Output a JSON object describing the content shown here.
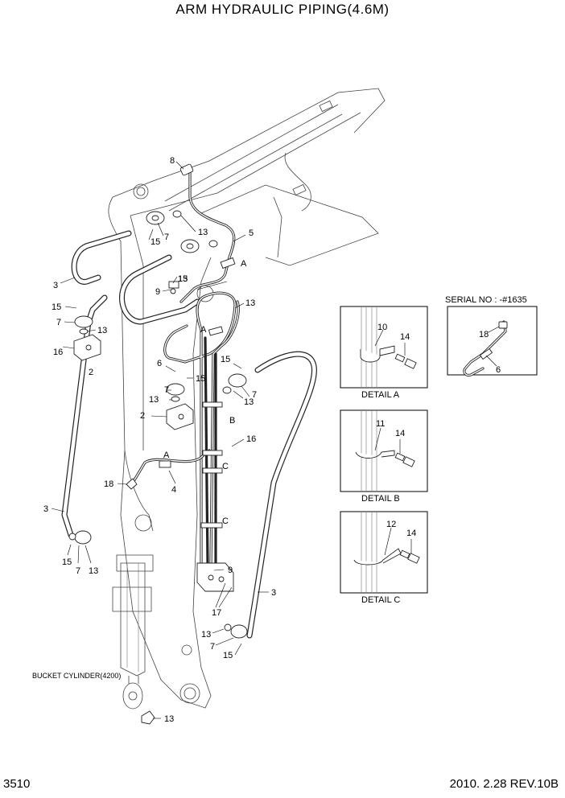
{
  "title": "ARM HYDRAULIC PIPING(4.6M)",
  "page_number": "3510",
  "revision": "2010. 2.28  REV.10B",
  "serial_note": "SERIAL NO : -#1635",
  "bucket_cylinder_label": "BUCKET CYLINDER(4200)",
  "section_labels": {
    "a": "A",
    "b": "B",
    "c": "C"
  },
  "details": [
    {
      "caption": "DETAIL A",
      "clamp_no": "10",
      "bolt_no": "14"
    },
    {
      "caption": "DETAIL B",
      "clamp_no": "11",
      "bolt_no": "14"
    },
    {
      "caption": "DETAIL C",
      "clamp_no": "12",
      "bolt_no": "14"
    }
  ],
  "serial_box_callouts": {
    "elbow": "18",
    "pipe": "6"
  },
  "callouts": [
    "8",
    "13",
    "7",
    "15",
    "5",
    "3",
    "15",
    "7",
    "13",
    "16",
    "2",
    "9",
    "15",
    "6",
    "15",
    "7",
    "13",
    "2",
    "16",
    "18",
    "4",
    "3",
    "15",
    "7",
    "13",
    "9",
    "17",
    "3",
    "13",
    "7",
    "15",
    "13",
    "13",
    "7",
    "13",
    "15",
    "15",
    "13",
    "3"
  ]
}
